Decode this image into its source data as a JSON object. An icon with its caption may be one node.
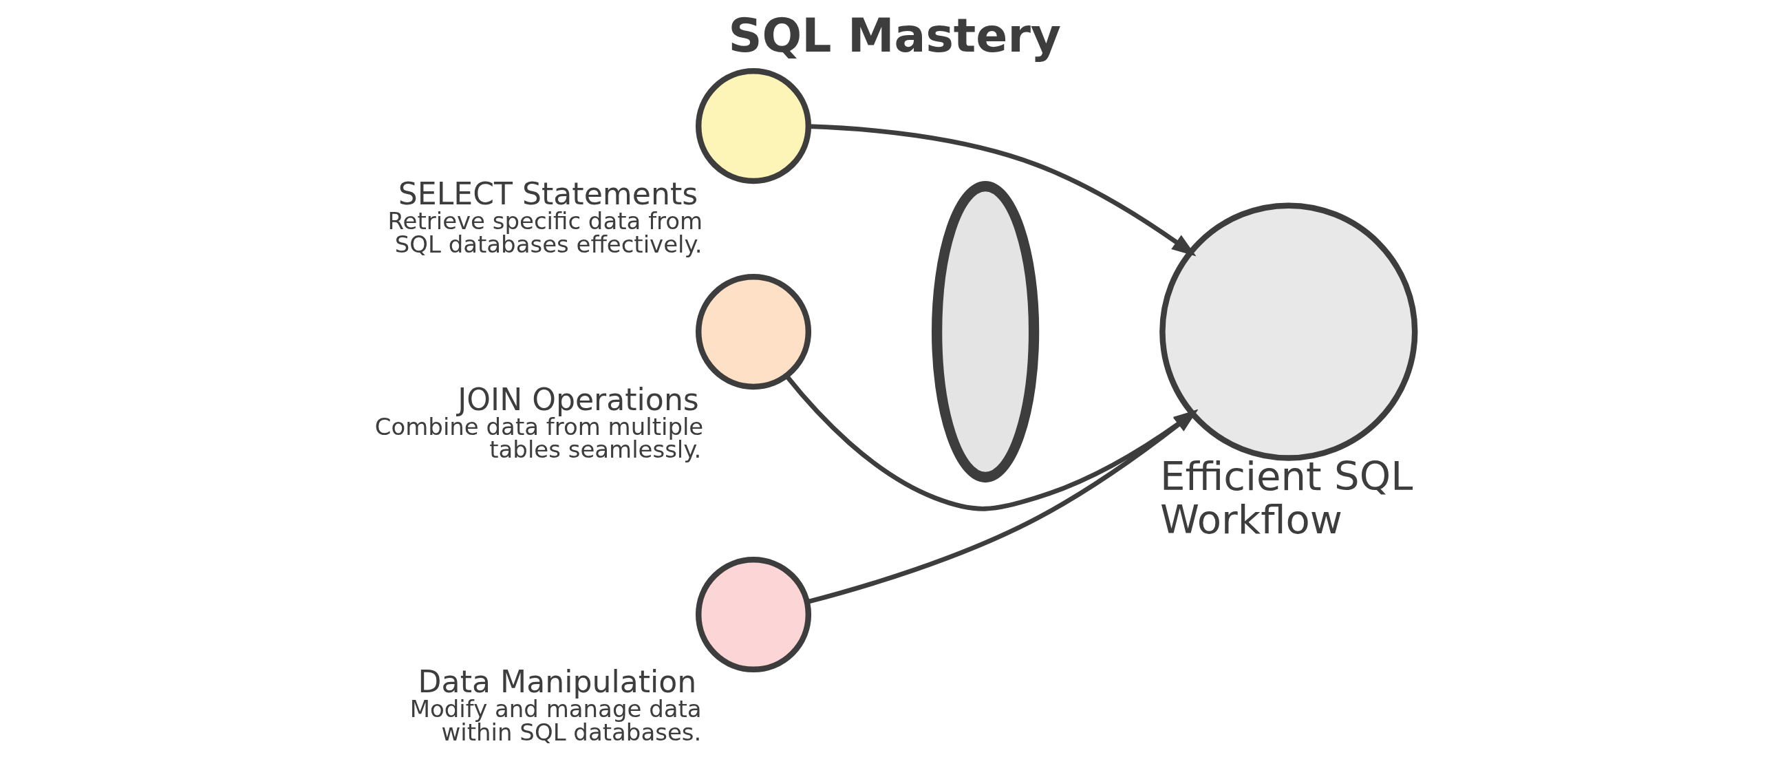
{
  "diagram": {
    "title": "SQL Mastery",
    "nodes": [
      {
        "text": [
          "SELECT Statements",
          "Retrieve specific data from SQL databases effectively."
        ]
      },
      {
        "text": [
          "JOIN Operations",
          "Combine data from multiple tables seamlessly."
        ]
      },
      {
        "text": [
          "Data Manipulation",
          "Modify and manage data within SQL databases."
        ]
      },
      {
        "text": [],
        "shape": "ellipse"
      },
      {
        "text": [
          "Efficient SQL Workflow"
        ]
      }
    ],
    "edges": [
      {
        "from": 0,
        "to": 4,
        "arrow": "to"
      },
      {
        "from": 1,
        "to": 4,
        "arrow": "to"
      },
      {
        "from": 2,
        "to": 4,
        "arrow": "to"
      }
    ]
  }
}
